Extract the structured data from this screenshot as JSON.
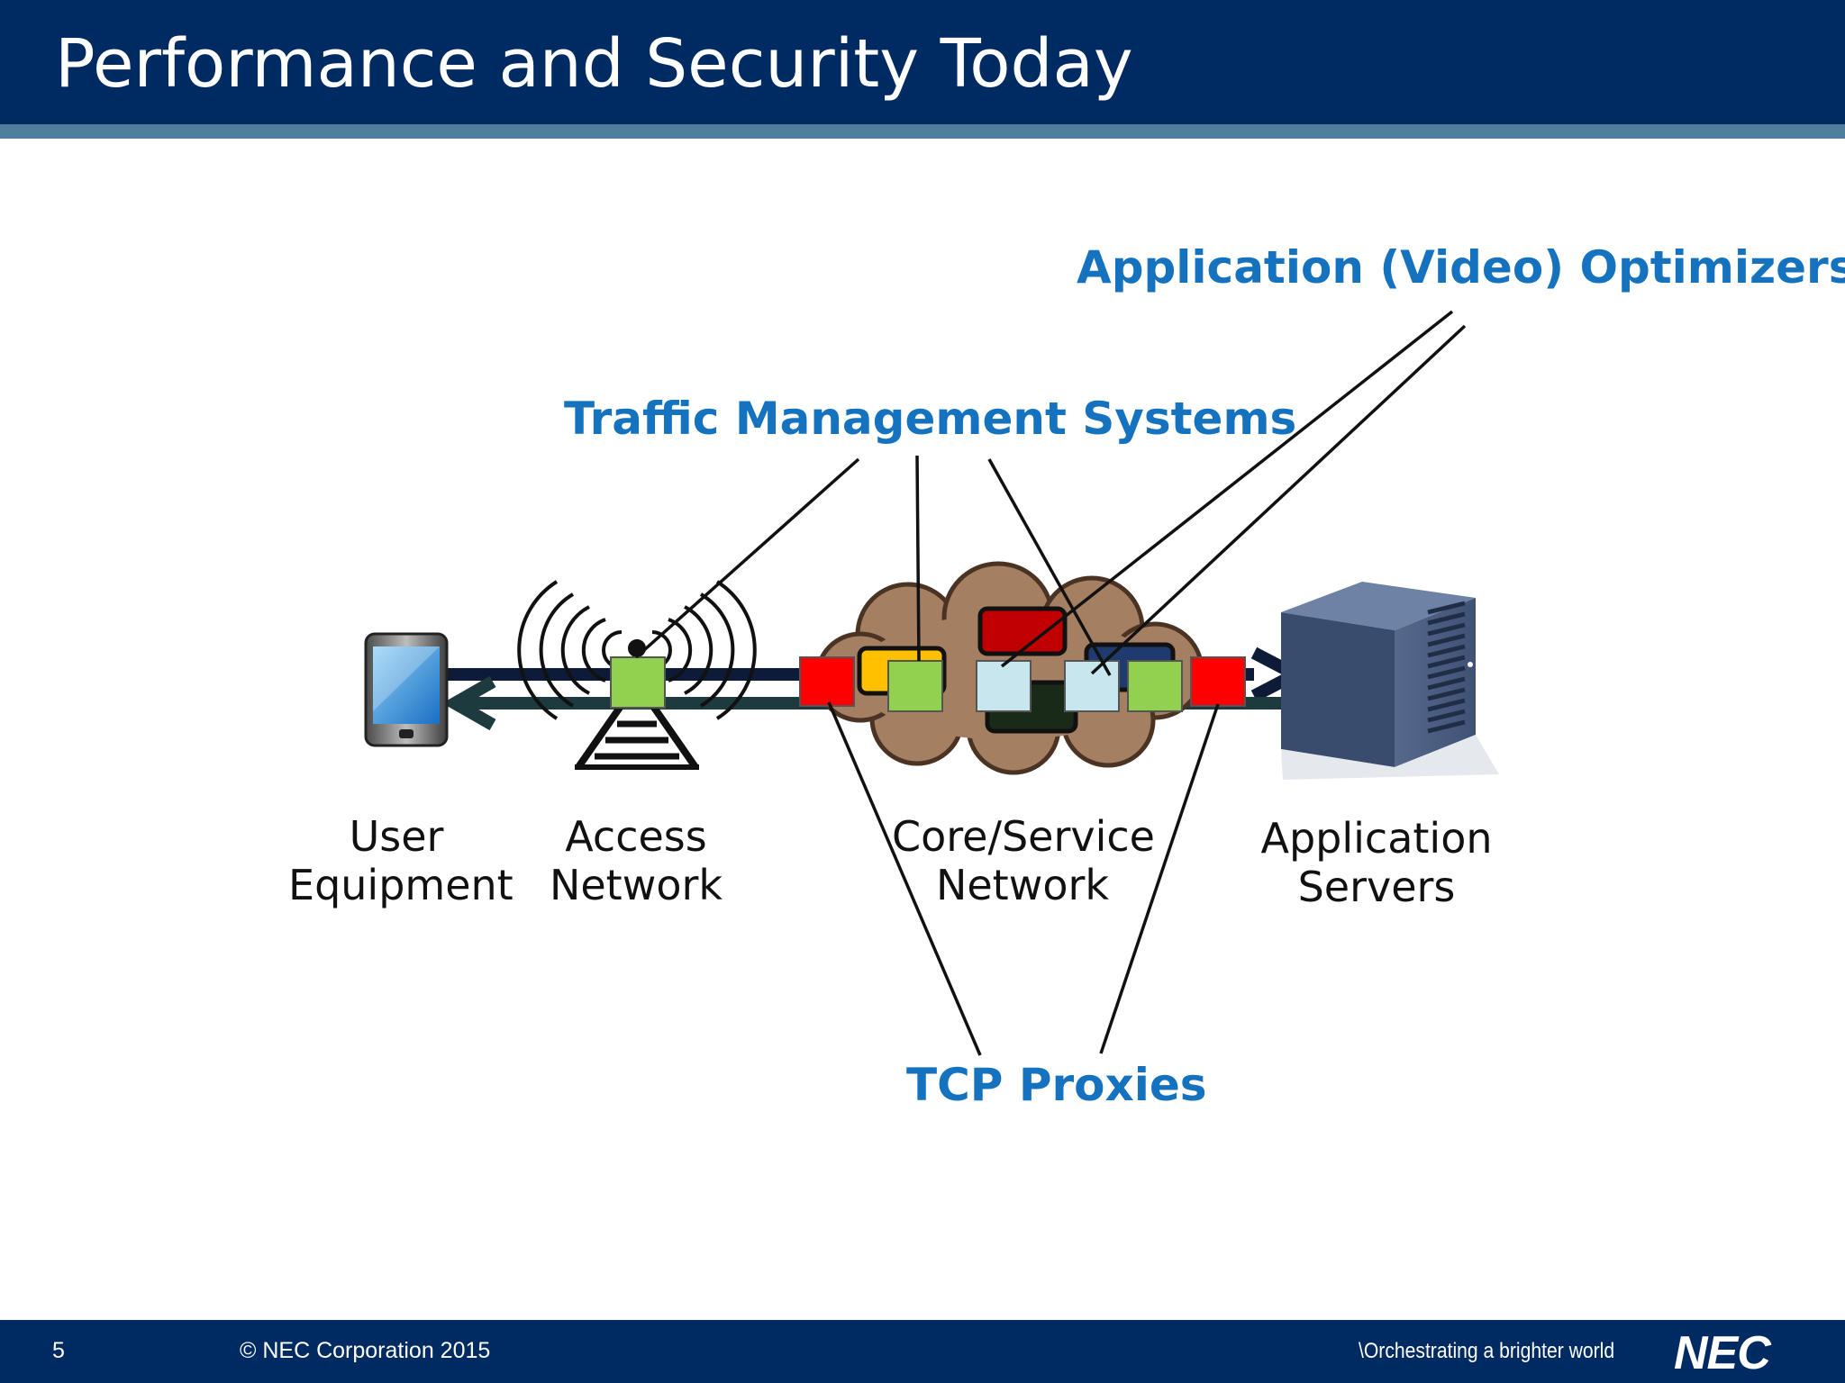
{
  "slide": {
    "title": "Performance and Security Today"
  },
  "callouts": {
    "video_optimizers": "Application (Video) Optimizers",
    "traffic_management": "Traffic Management Systems",
    "tcp_proxies": "TCP Proxies"
  },
  "nodes": {
    "user_equipment": {
      "line1": "User",
      "line2": "Equipment",
      "icon": "mobile-phone-icon"
    },
    "access_network": {
      "line1": "Access",
      "line2": "Network",
      "icon": "cell-tower-icon"
    },
    "core_network": {
      "line1": "Core/Service",
      "line2": "Network",
      "icon": "cloud-icon"
    },
    "app_servers": {
      "line1": "Application",
      "line2": "Servers",
      "icon": "server-icon"
    }
  },
  "colors": {
    "header": "#002a62",
    "callout_text": "#1572bf",
    "tcp_proxy_box": "#ff0000",
    "traffic_mgmt_box": "#92d050",
    "optimizer_box": "#c7e6ee",
    "cloud": "#a57f62"
  },
  "footer": {
    "page_number": "5",
    "copyright": "© NEC Corporation 2015",
    "tagline": "\\Orchestrating a brighter world",
    "logo": "NEC"
  }
}
